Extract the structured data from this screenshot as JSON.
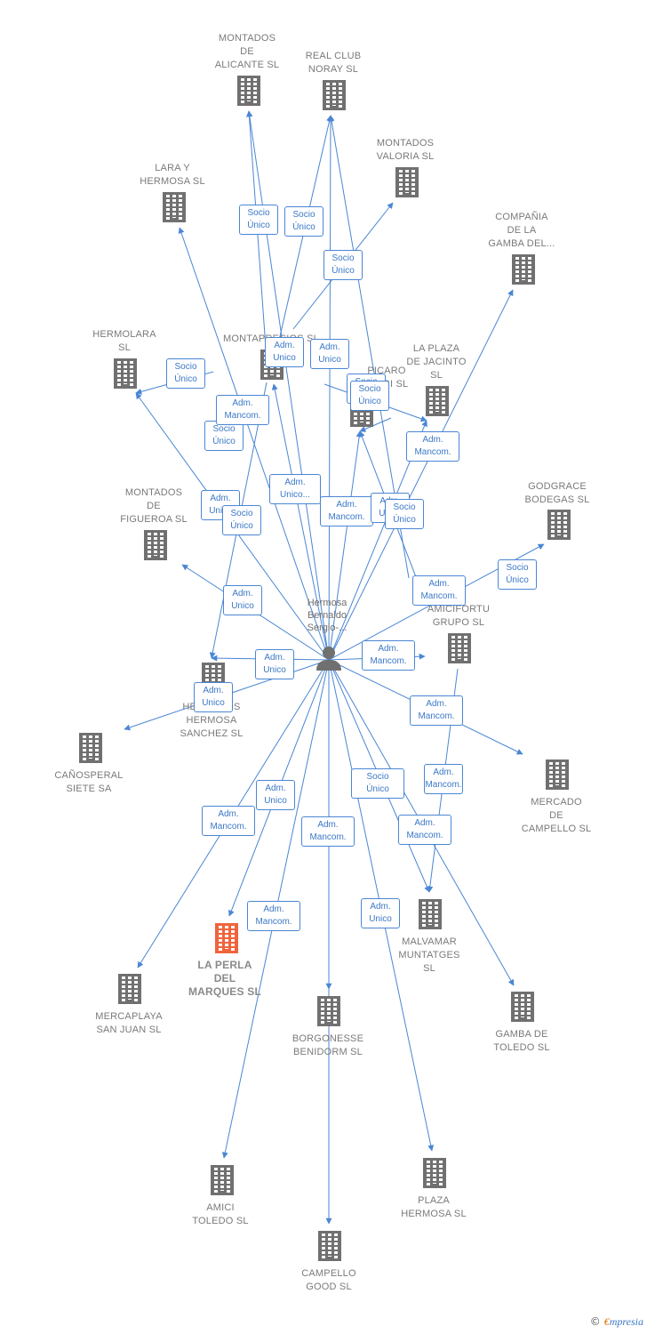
{
  "colors": {
    "edge": "#4a86d4",
    "building": "#707070",
    "building_highlight": "#f0643c",
    "person": "#707070"
  },
  "person": {
    "label": "Hermosa\nBernaldo\nSergio-...",
    "icon": "person-icon"
  },
  "companies": [
    {
      "id": "montados-alicante",
      "label": "MONTADOS\nDE\nALICANTE  SL"
    },
    {
      "id": "real-club-noray",
      "label": "REAL CLUB\nNORAY  SL"
    },
    {
      "id": "montados-valoria",
      "label": "MONTADOS\nVALORIA  SL"
    },
    {
      "id": "lara-hermosa",
      "label": "LARA Y\nHERMOSA SL"
    },
    {
      "id": "compania-gamba",
      "label": "COMPAÑIA\nDE LA\nGAMBA DEL..."
    },
    {
      "id": "hermolara",
      "label": "HERMOLARA\nSL"
    },
    {
      "id": "montaprecios",
      "label": "MONTAPRECIOS SL"
    },
    {
      "id": "picaro",
      "label": "PICARO\nAMICI SL"
    },
    {
      "id": "plaza-jacinto",
      "label": "LA PLAZA\nDE JACINTO\nSL"
    },
    {
      "id": "montados-figueroa",
      "label": "MONTADOS\nDE\nFIGUEROA SL"
    },
    {
      "id": "godgrace",
      "label": "GODGRACE\nBODEGAS  SL"
    },
    {
      "id": "amicifortu",
      "label": "AMICIFORTU\nGRUPO  SL"
    },
    {
      "id": "hermanos",
      "label": "HERMANOS\nHERMOSA\nSANCHEZ  SL"
    },
    {
      "id": "canosperal",
      "label": "CAÑOSPERAL\nSIETE SA"
    },
    {
      "id": "mercado-campello",
      "label": "MERCADO\nDE\nCAMPELLO  SL"
    },
    {
      "id": "malvamar",
      "label": "MALVAMAR\nMUNTATGES\nSL"
    },
    {
      "id": "perla-marques",
      "label": "LA PERLA\nDEL\nMARQUES  SL",
      "highlight": true
    },
    {
      "id": "mercaplaya",
      "label": "MERCAPLAYA\nSAN JUAN  SL"
    },
    {
      "id": "borgonesse",
      "label": "BORGONESSE\nBENIDORM  SL"
    },
    {
      "id": "gamba-toledo",
      "label": "GAMBA DE\nTOLEDO SL"
    },
    {
      "id": "amici-toledo",
      "label": "AMICI\nTOLEDO  SL"
    },
    {
      "id": "plaza-hermosa",
      "label": "PLAZA\nHERMOSA SL"
    },
    {
      "id": "campello-good",
      "label": "CAMPELLO\nGOOD  SL"
    }
  ],
  "edge_labels": [
    {
      "text": "Socio\nÚnico"
    },
    {
      "text": "Socio\nÚnico"
    },
    {
      "text": "Socio\nÚnico"
    },
    {
      "text": "Adm.\nUnico"
    },
    {
      "text": "Adm.\nUnico"
    },
    {
      "text": "Socio\nÚnico"
    },
    {
      "text": "Socio\nÚnico"
    },
    {
      "text": "Socio\nÚnico"
    },
    {
      "text": "Adm.\nMancom."
    },
    {
      "text": "Socio\nÚnico"
    },
    {
      "text": "Adm.\nMancom."
    },
    {
      "text": "Adm.\nUnico..."
    },
    {
      "text": "Adm.\nUnico"
    },
    {
      "text": "Socio\nÚnico"
    },
    {
      "text": "Adm.\nMancom."
    },
    {
      "text": "Adm.\nUnico"
    },
    {
      "text": "Socio\nÚnico"
    },
    {
      "text": "Socio\nÚnico"
    },
    {
      "text": "Adm.\nUnico"
    },
    {
      "text": "Adm.\nMancom."
    },
    {
      "text": "Adm.\nUnico"
    },
    {
      "text": "Adm.\nMancom."
    },
    {
      "text": "Adm.\nUnico"
    },
    {
      "text": "Adm.\nMancom."
    },
    {
      "text": "Adm.\nUnico"
    },
    {
      "text": "Adm.\nMancom."
    },
    {
      "text": "Adm.\nMancom."
    },
    {
      "text": "Socio\nÚnico"
    },
    {
      "text": "Adm.\nMancom."
    },
    {
      "text": "Adm.\nMancom."
    },
    {
      "text": "Adm.\nUnico"
    },
    {
      "text": "Adm.\nMancom."
    }
  ],
  "footer": {
    "copyright": "©",
    "brand_e": "€",
    "brand_rest": "mpresia"
  }
}
